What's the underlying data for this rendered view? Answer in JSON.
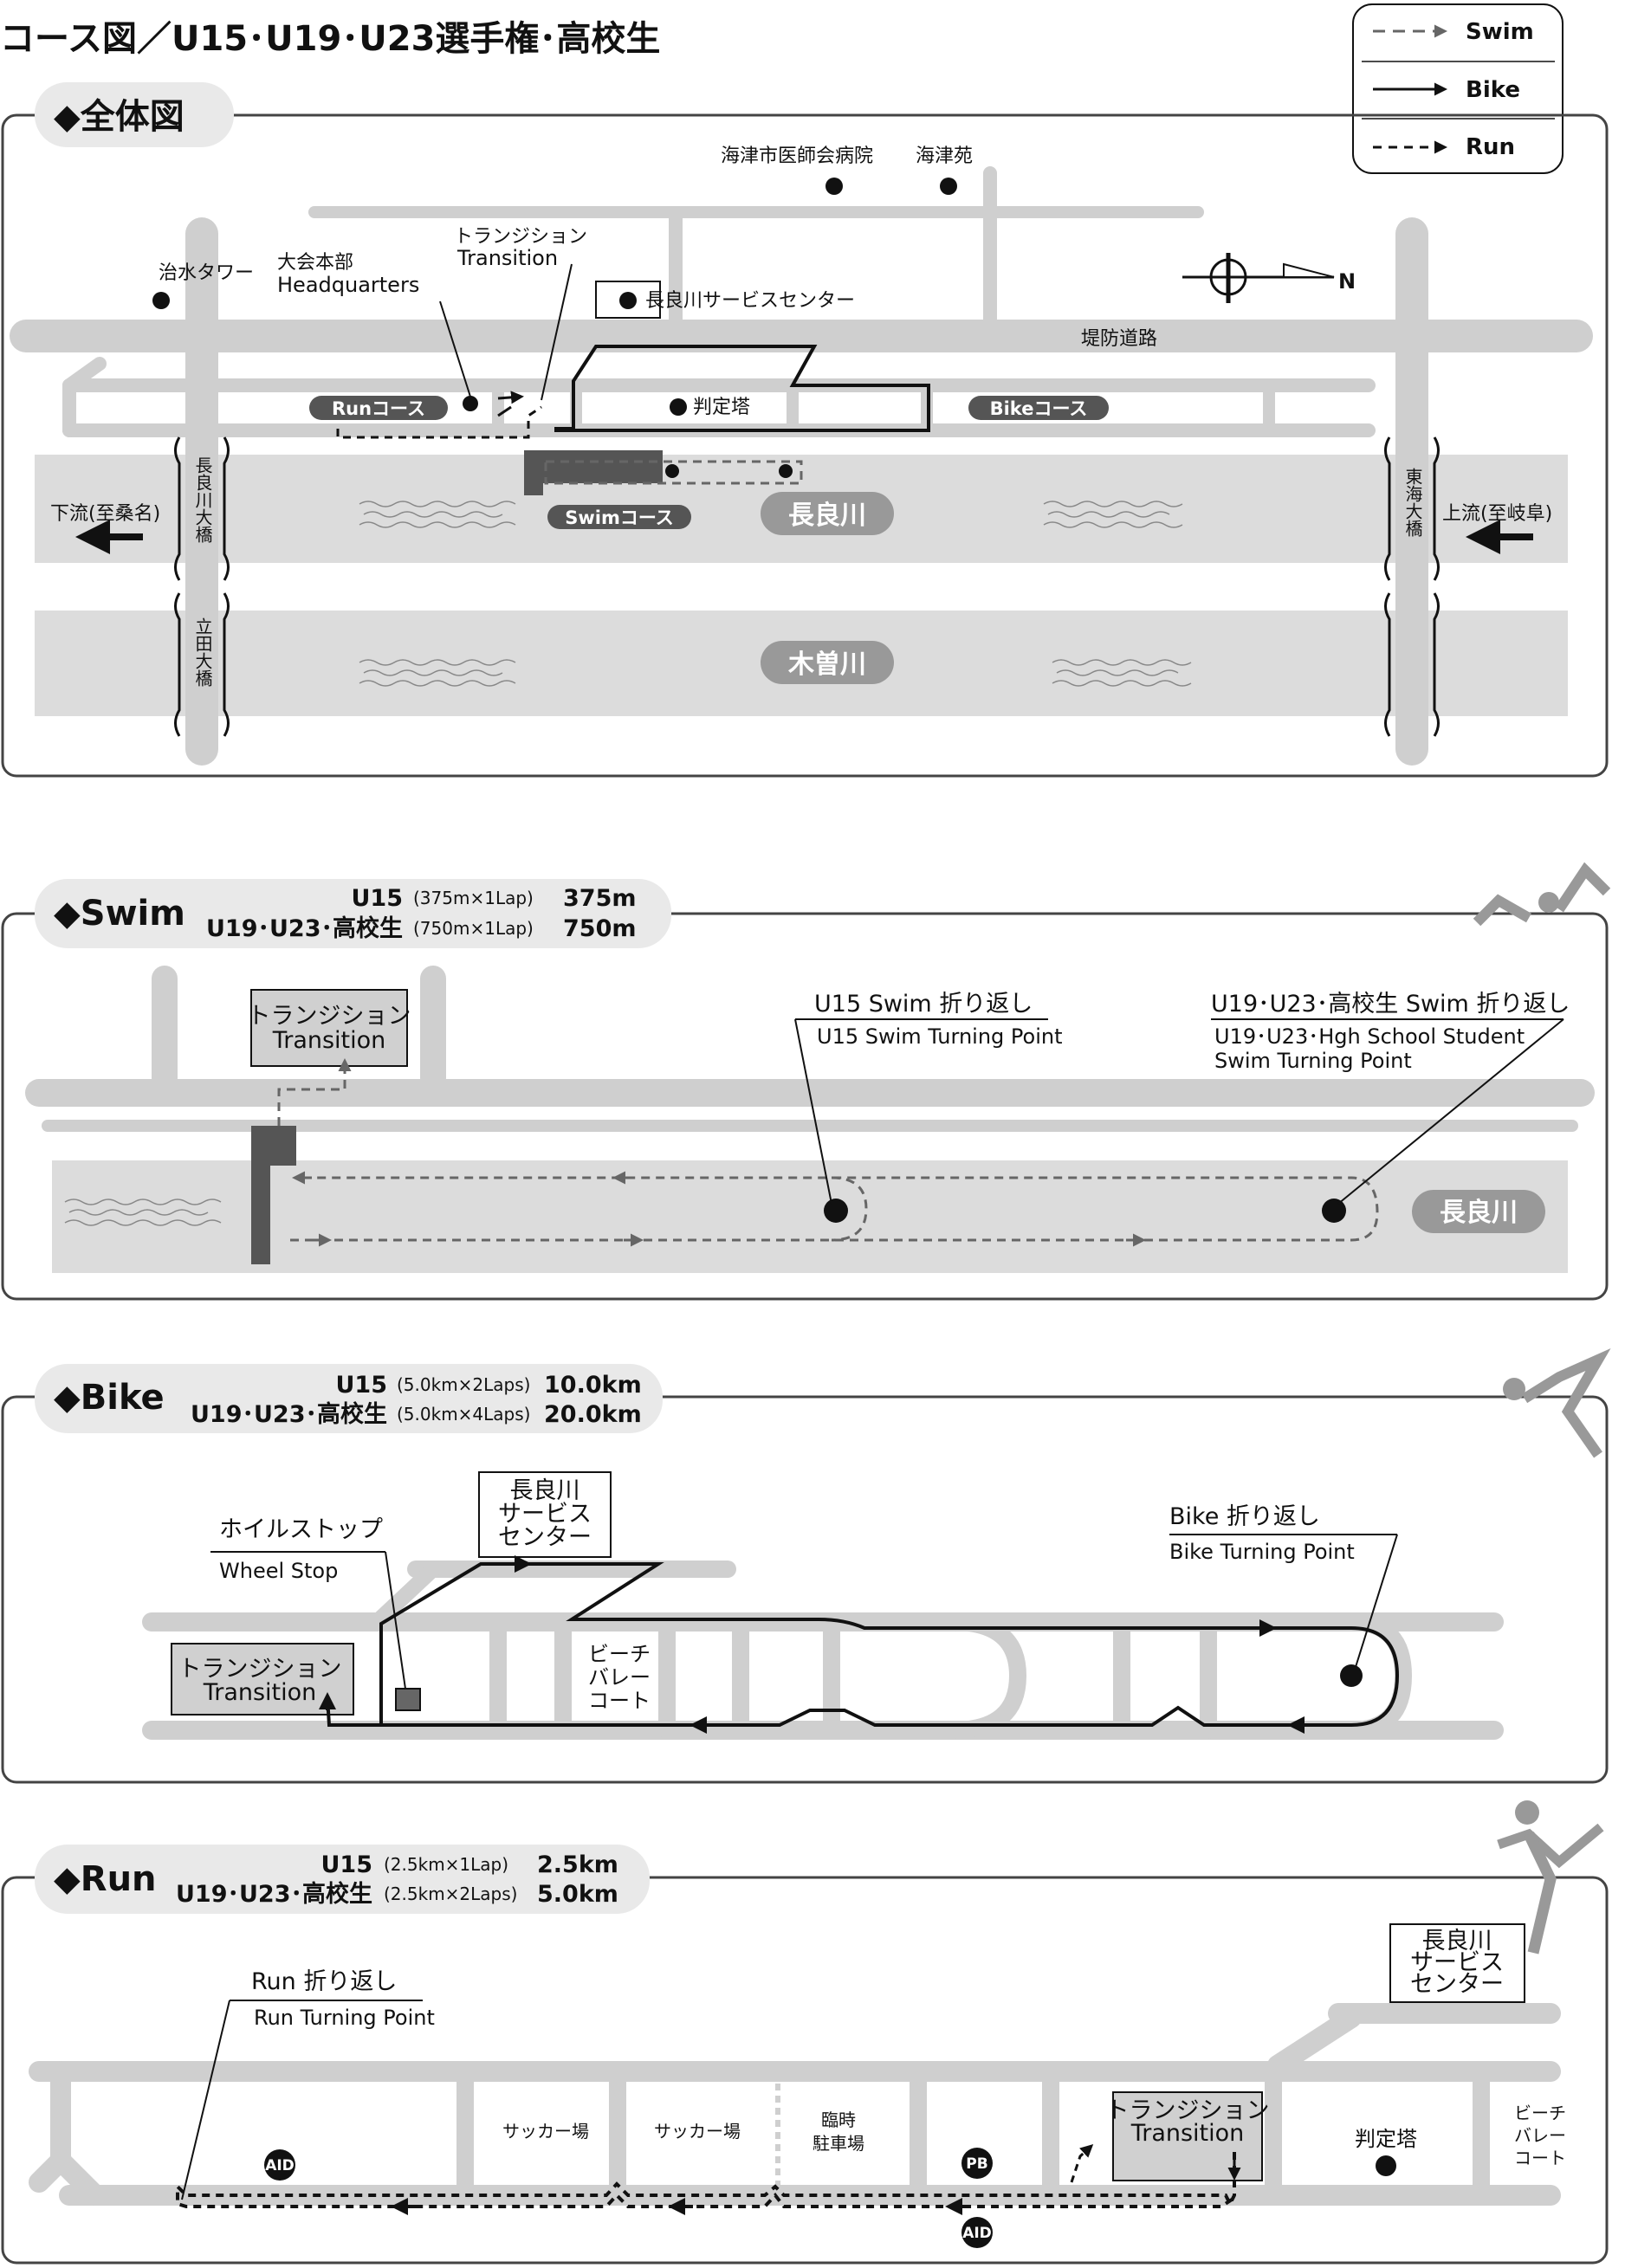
{
  "title": "コース図／U15･U19･U23選手権･高校生",
  "legend": {
    "swim": "Swim",
    "bike": "Bike",
    "run": "Run"
  },
  "overview": {
    "heading": "◆全体図",
    "labels": {
      "kaizu_hospital": "海津市医師会病院",
      "kaizuen": "海津苑",
      "chisui_tower": "治水タワー",
      "hq_jp": "大会本部",
      "hq_en": "Headquarters",
      "transition_jp": "トランジション",
      "transition_en": "Transition",
      "service_center": "長良川サービスセンター",
      "embankment_road": "堤防道路",
      "judge_tower": "判定塔",
      "run_course": "Runコース",
      "bike_course": "Bikeコース",
      "swim_course": "Swimコース",
      "nagara_river": "長良川",
      "kiso_river": "木曽川",
      "downstream": "下流(至桑名)",
      "upstream": "上流(至岐阜)",
      "nagaragawa_bridge": "長良川大橋",
      "tatta_bridge": "立田大橋",
      "tokai_bridge": "東海大橋",
      "north": "N"
    }
  },
  "swim": {
    "heading": "◆Swim",
    "rows": [
      {
        "category": "U15",
        "laps": "(375m×1Lap)",
        "distance": "375m"
      },
      {
        "category": "U19･U23･高校生",
        "laps": "(750m×1Lap)",
        "distance": "750m"
      }
    ],
    "labels": {
      "transition_jp": "トランジション",
      "transition_en": "Transition",
      "u15_turn_jp": "U15 Swim 折り返し",
      "u15_turn_en": "U15 Swim Turning Point",
      "u19_turn_jp": "U19･U23･高校生 Swim 折り返し",
      "u19_turn_en1": "U19･U23･Hgh School Student",
      "u19_turn_en2": "Swim Turning Point",
      "nagara_river": "長良川"
    }
  },
  "bike": {
    "heading": "◆Bike",
    "rows": [
      {
        "category": "U15",
        "laps": "(5.0km×2Laps)",
        "distance": "10.0km"
      },
      {
        "category": "U19･U23･高校生",
        "laps": "(5.0km×4Laps)",
        "distance": "20.0km"
      }
    ],
    "labels": {
      "wheel_stop_jp": "ホイルストップ",
      "wheel_stop_en": "Wheel Stop",
      "service_center_1": "長良川",
      "service_center_2": "サービス",
      "service_center_3": "センター",
      "transition_jp": "トランジション",
      "transition_en": "Transition",
      "beach_1": "ビーチ",
      "beach_2": "バレー",
      "beach_3": "コート",
      "turn_jp": "Bike 折り返し",
      "turn_en": "Bike Turning Point"
    }
  },
  "run": {
    "heading": "◆Run",
    "rows": [
      {
        "category": "U15",
        "laps": "(2.5km×1Lap)",
        "distance": "2.5km"
      },
      {
        "category": "U19･U23･高校生",
        "laps": "(2.5km×2Laps)",
        "distance": "5.0km"
      }
    ],
    "labels": {
      "turn_jp": "Run 折り返し",
      "turn_en": "Run Turning Point",
      "soccer_1": "サッカー場",
      "soccer_2": "サッカー場",
      "temp_parking_1": "臨時",
      "temp_parking_2": "駐車場",
      "transition_jp": "トランジション",
      "transition_en": "Transition",
      "judge_tower": "判定塔",
      "service_center_1": "長良川",
      "service_center_2": "サービス",
      "service_center_3": "センター",
      "beach_1": "ビーチ",
      "beach_2": "バレー",
      "beach_3": "コート",
      "aid": "AID",
      "pb": "PB"
    }
  },
  "colors": {
    "road": "#cfcfcf",
    "river": "#dcdcdc",
    "pill": "#555555",
    "dark": "#111111",
    "swim_path": "#666666"
  }
}
